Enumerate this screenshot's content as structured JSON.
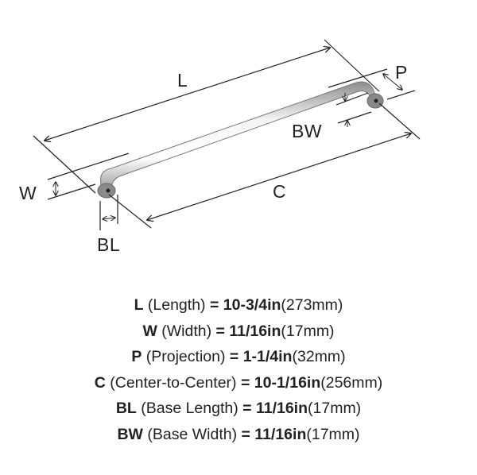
{
  "diagram": {
    "labels": {
      "L": "L",
      "W": "W",
      "P": "P",
      "C": "C",
      "BL": "BL",
      "BW": "BW"
    }
  },
  "specs": [
    {
      "abbr": "L",
      "name": "(Length)",
      "value": "= 10-3/4in",
      "metric": "(273mm)"
    },
    {
      "abbr": "W",
      "name": "(Width)",
      "value": "= 11/16in",
      "metric": "(17mm)"
    },
    {
      "abbr": "P",
      "name": "(Projection)",
      "value": "= 1-1/4in",
      "metric": "(32mm)"
    },
    {
      "abbr": "C",
      "name": "(Center-to-Center)",
      "value": "= 10-1/16in",
      "metric": "(256mm)"
    },
    {
      "abbr": "BL",
      "name": "(Base Length)",
      "value": "= 11/16in",
      "metric": "(17mm)"
    },
    {
      "abbr": "BW",
      "name": "(Base Width)",
      "value": "= 11/16in",
      "metric": "(17mm)"
    }
  ]
}
